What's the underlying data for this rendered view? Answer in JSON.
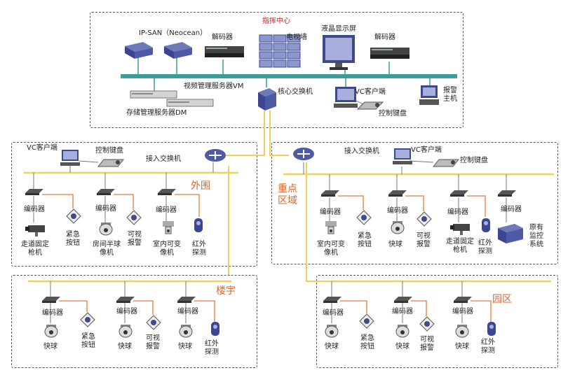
{
  "colors": {
    "backbone": "#3a9e9a",
    "lan": "#ecd25a",
    "zone_label": "#d2682b",
    "red_title": "#e01b1b",
    "orange_link": "#e07b3a"
  },
  "command_center": {
    "title": "指挥中心",
    "ipsan": "IP-SAN（Neocean）",
    "decoder_left": "解码器",
    "video_wall": "电视墙",
    "lcd_display": "液晶显示屏",
    "decoder_right": "解码器",
    "vm_server": "视频管理服务器VM",
    "storage_server": "存储管理服务器DM",
    "core_switch": "核心交换机",
    "vc_client": "VC客户端",
    "control_keyboard": "控制键盘",
    "alarm_host": "报警主机"
  },
  "perimeter": {
    "zone_label": "外围",
    "vc_client": "VC客户端",
    "control_keyboard": "控制键盘",
    "access_switch": "接入交换机",
    "encoders": [
      "编码器",
      "编码器",
      "编码器"
    ],
    "devices": [
      "走道固定枪机",
      "紧急按钮",
      "房间半球像机",
      "可视报警",
      "室内可变像机",
      "红外探测"
    ]
  },
  "key_area": {
    "zone_label": "重点区域",
    "access_switch": "接入交换机",
    "vc_client": "VC客户端",
    "control_keyboard": "控制键盘",
    "encoders": [
      "编码器",
      "编码器",
      "编码器",
      "编码器"
    ],
    "devices": [
      "室内可变像机",
      "紧急按钮",
      "快球",
      "可视报警",
      "走道固定枪机",
      "红外探测",
      "原有监控系统"
    ]
  },
  "building": {
    "zone_label": "楼宇",
    "encoders": [
      "编码器",
      "编码器",
      "编码器"
    ],
    "devices": [
      "快球",
      "紧急按钮",
      "快球",
      "可视报警",
      "快球",
      "红外探测"
    ]
  },
  "campus": {
    "zone_label": "园区",
    "encoders": [
      "编码器",
      "编码器",
      "编码器"
    ],
    "devices": [
      "快球",
      "紧急按钮",
      "快球",
      "可视报警",
      "快球",
      "红外探测"
    ]
  }
}
